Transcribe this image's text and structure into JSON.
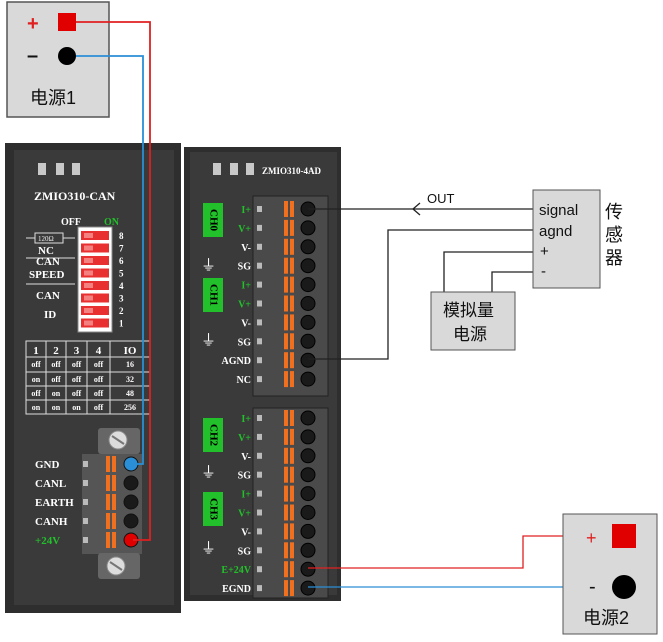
{
  "power1": {
    "plus": "+",
    "minus": "–",
    "label": "电源1"
  },
  "power2": {
    "plus": "+",
    "minus": "-",
    "label": "电源2"
  },
  "can_module": {
    "title": "ZMIO310-CAN",
    "off_label": "OFF",
    "on_label": "ON",
    "resistor_label": "120Ω",
    "dip_labels": [
      "NC",
      "CAN",
      "SPEED",
      "CAN",
      "ID"
    ],
    "dip_numbers": [
      "8",
      "7",
      "6",
      "5",
      "4",
      "3",
      "2",
      "1"
    ],
    "table_headers": [
      "1",
      "2",
      "3",
      "4",
      "IO"
    ],
    "table_rows": [
      [
        "off",
        "off",
        "off",
        "off",
        "16"
      ],
      [
        "on",
        "off",
        "off",
        "off",
        "32"
      ],
      [
        "off",
        "on",
        "off",
        "off",
        "48"
      ],
      [
        "on",
        "on",
        "on",
        "off",
        "256"
      ]
    ],
    "terminals": [
      "GND",
      "CANL",
      "EARTH",
      "CANH",
      "+24V"
    ]
  },
  "ad_module": {
    "title": "ZMIO310-4AD",
    "channels": [
      "CH0",
      "CH1",
      "CH2",
      "CH3"
    ],
    "ground_symbol": "⏚",
    "upper_terminals": [
      "I+",
      "V+",
      "V-",
      "SG",
      "I+",
      "V+",
      "V-",
      "SG",
      "AGND",
      "NC"
    ],
    "lower_terminals": [
      "I+",
      "V+",
      "V-",
      "SG",
      "I+",
      "V+",
      "V-",
      "SG",
      "E+24V",
      "EGND"
    ]
  },
  "sensor": {
    "label": "传感器",
    "signal": "signal",
    "agnd": "agnd",
    "plus": "+",
    "minus": "-",
    "out_label": "OUT"
  },
  "analog_power": {
    "line1": "模拟量",
    "line2": "电源"
  },
  "colors": {
    "red_wire": "#e02020",
    "blue_wire": "#2a8fd6",
    "orange_terminal": "#f07020",
    "green_label": "#22c02a"
  }
}
